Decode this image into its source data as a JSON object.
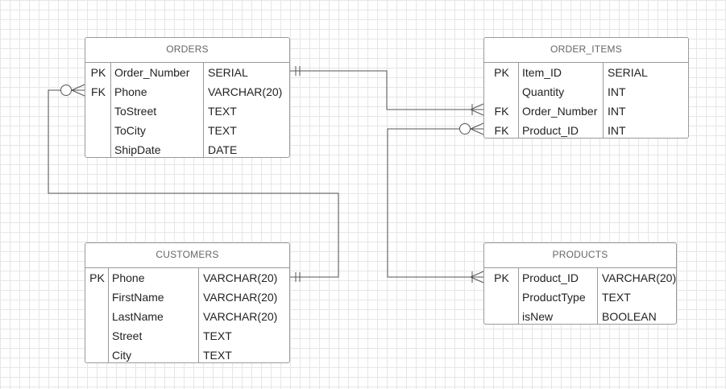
{
  "colors": {
    "border": "#9a9a9a",
    "line": "#555555",
    "grid": "#e6e6e6",
    "title": "#666666"
  },
  "entities": {
    "orders": {
      "title": "ORDERS",
      "rows": [
        {
          "key": "PK",
          "name": "Order_Number",
          "type": "SERIAL"
        },
        {
          "key": "FK",
          "name": "Phone",
          "type": "VARCHAR(20)"
        },
        {
          "key": "",
          "name": "ToStreet",
          "type": "TEXT"
        },
        {
          "key": "",
          "name": "ToCity",
          "type": "TEXT"
        },
        {
          "key": "",
          "name": "ShipDate",
          "type": "DATE"
        }
      ]
    },
    "order_items": {
      "title": "ORDER_ITEMS",
      "rows": [
        {
          "key": "PK",
          "name": "Item_ID",
          "type": "SERIAL"
        },
        {
          "key": "",
          "name": "Quantity",
          "type": "INT"
        },
        {
          "key": "FK",
          "name": "Order_Number",
          "type": "INT"
        },
        {
          "key": "FK",
          "name": "Product_ID",
          "type": "INT"
        }
      ]
    },
    "customers": {
      "title": "CUSTOMERS",
      "rows": [
        {
          "key": "PK",
          "name": "Phone",
          "type": "VARCHAR(20)"
        },
        {
          "key": "",
          "name": "FirstName",
          "type": "VARCHAR(20)"
        },
        {
          "key": "",
          "name": "LastName",
          "type": "VARCHAR(20)"
        },
        {
          "key": "",
          "name": "Street",
          "type": "TEXT"
        },
        {
          "key": "",
          "name": "City",
          "type": "TEXT"
        }
      ]
    },
    "products": {
      "title": "PRODUCTS",
      "rows": [
        {
          "key": "PK",
          "name": "Product_ID",
          "type": "VARCHAR(20)"
        },
        {
          "key": "",
          "name": "ProductType",
          "type": "TEXT"
        },
        {
          "key": "",
          "name": "isNew",
          "type": "BOOLEAN"
        }
      ]
    }
  },
  "relationships": [
    {
      "from": "orders",
      "to": "order_items",
      "from_end": "one-and-only-one",
      "to_end": "one-or-many"
    },
    {
      "from": "customers",
      "to": "orders",
      "from_end": "one-and-only-one",
      "to_end": "zero-or-many"
    },
    {
      "from": "products",
      "to": "order_items",
      "from_end": "one-or-many",
      "to_end": "zero-or-many"
    }
  ]
}
